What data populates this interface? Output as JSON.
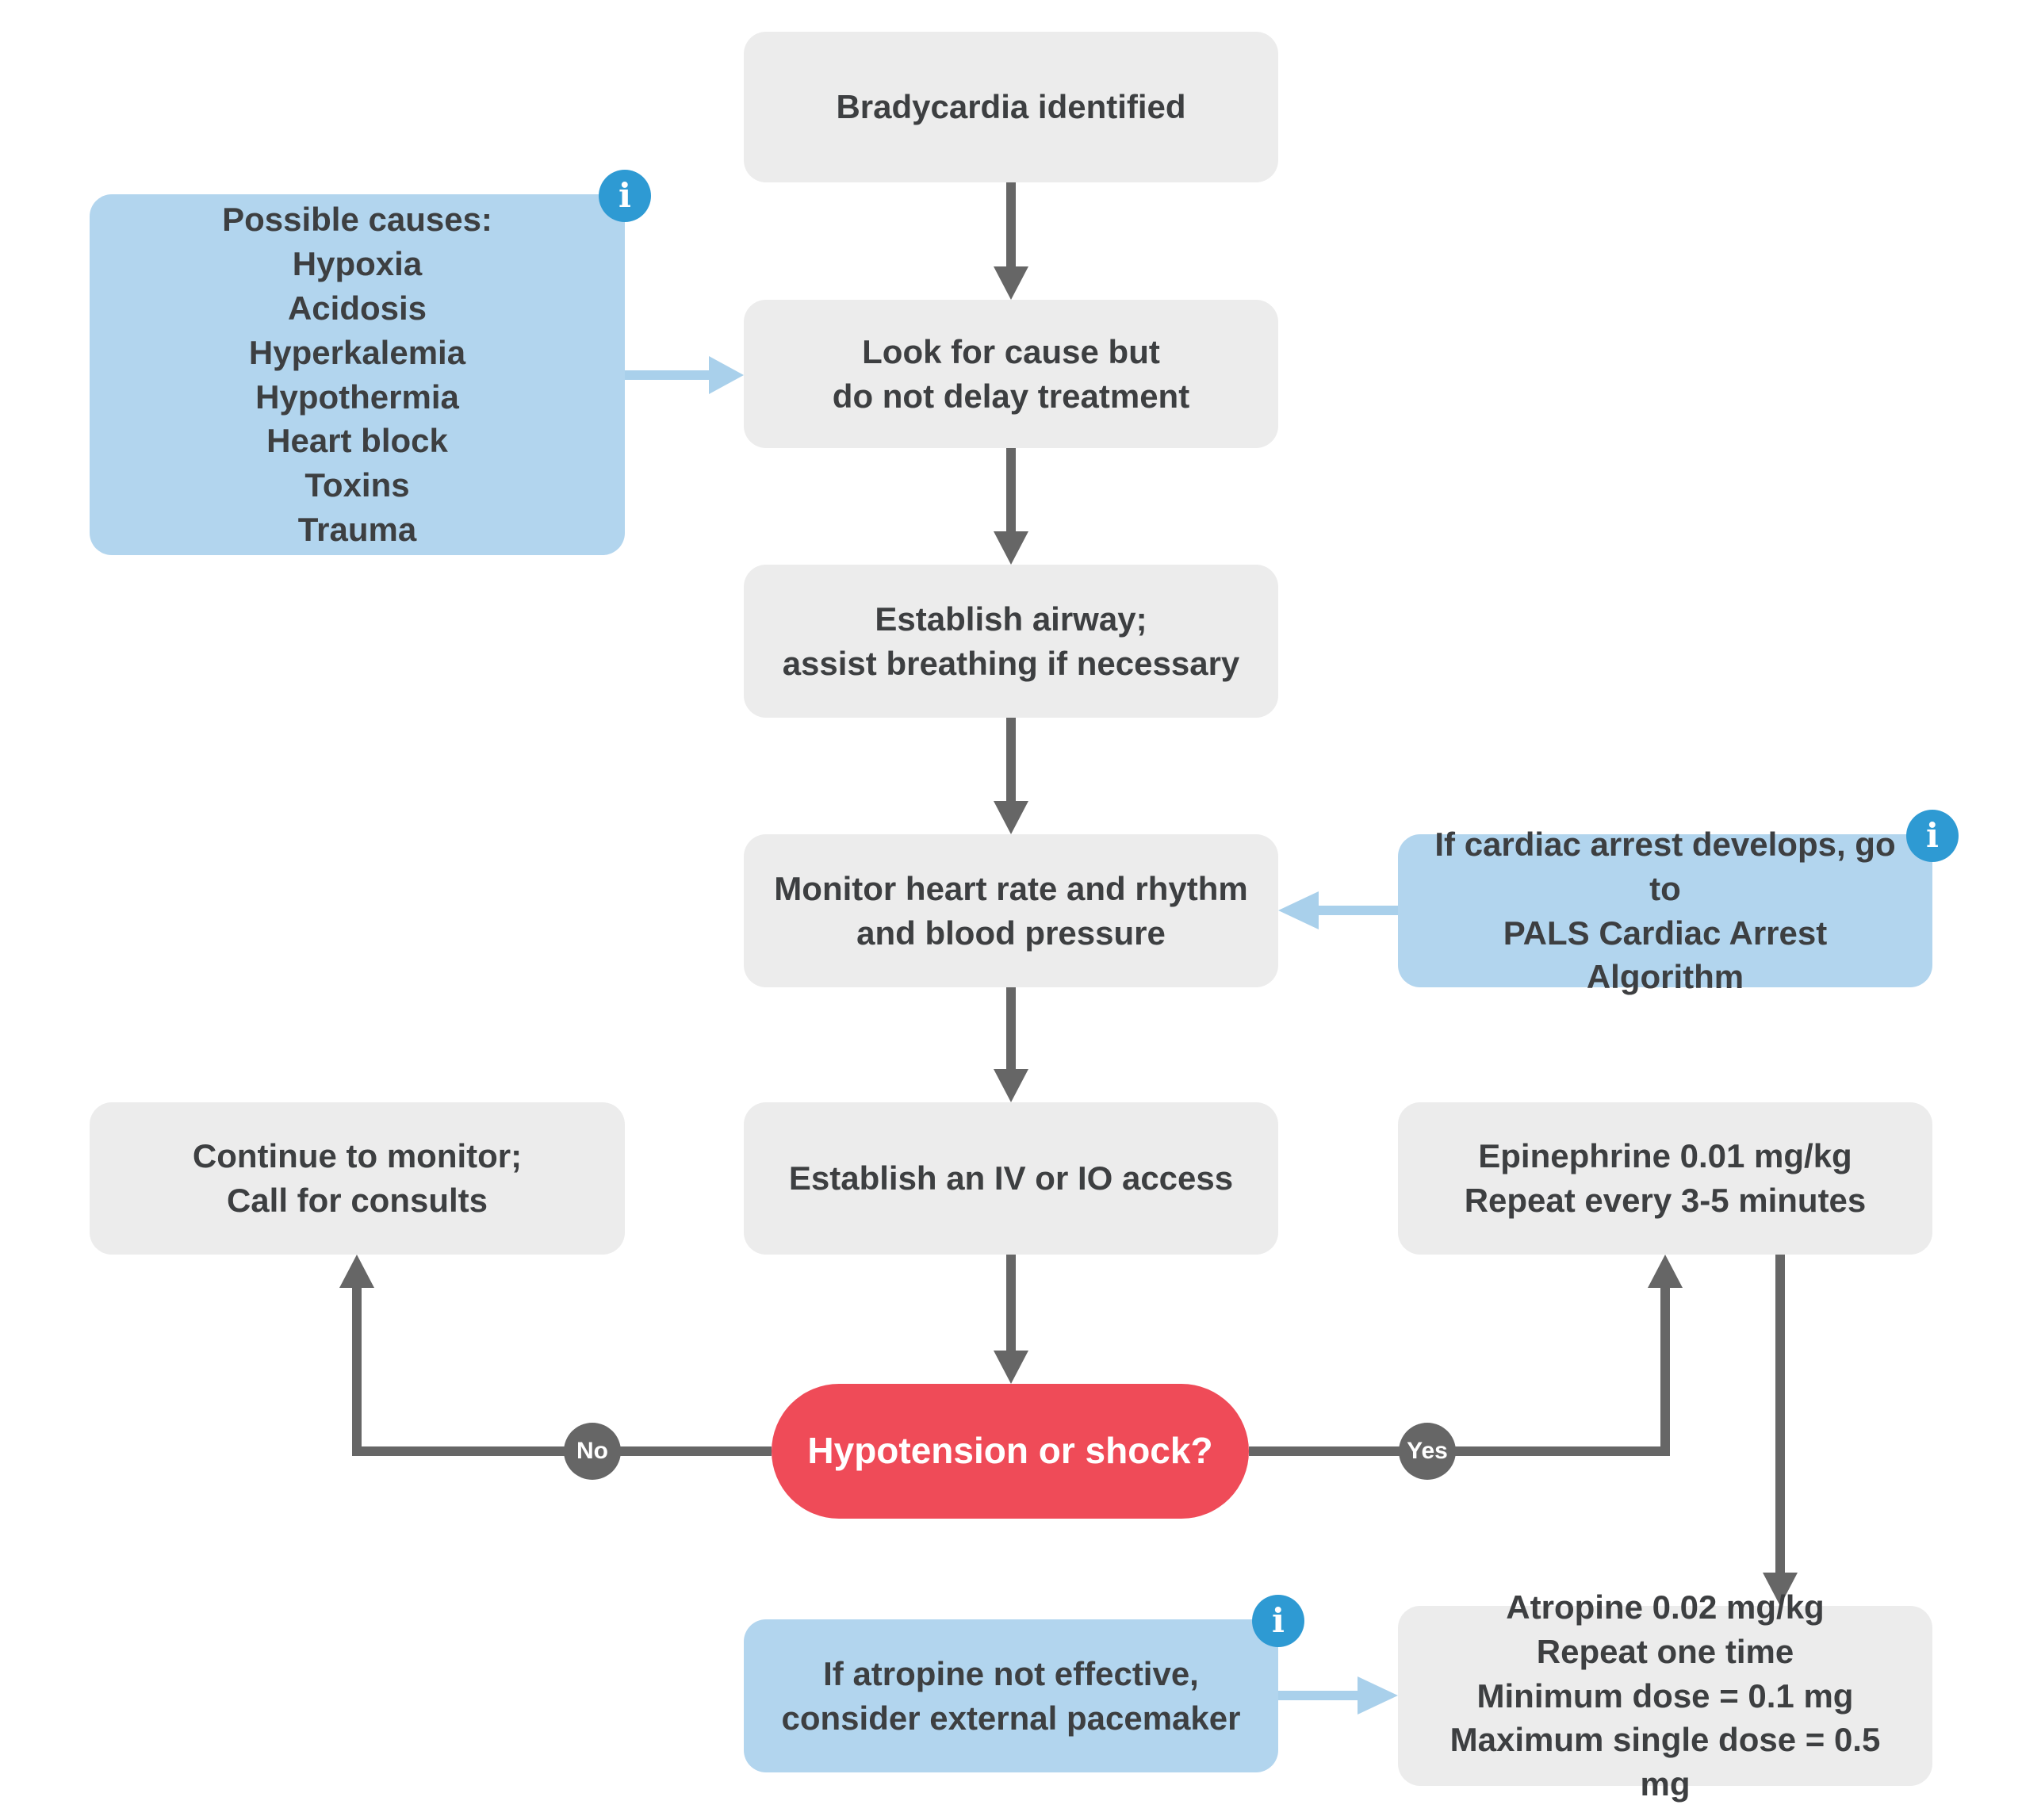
{
  "palette": {
    "background": "#ffffff",
    "gray_node_fill": "#ececec",
    "blue_node_fill": "#b2d5ee",
    "red_node_fill": "#ef4b58",
    "node_text": "#3d3f41",
    "red_node_text": "#ffffff",
    "dark_arrow": "#666666",
    "light_blue_arrow": "#a9d0eb",
    "badge_fill": "#666666",
    "info_icon_fill": "#2e9ad3"
  },
  "nodes": {
    "bradycardia": {
      "text": "Bradycardia identified"
    },
    "causes": {
      "text": "Possible causes:\nHypoxia\nAcidosis\nHyperkalemia\nHypothermia\nHeart block\nToxins\nTrauma"
    },
    "look_for_cause": {
      "text": "Look for cause but\ndo not delay treatment"
    },
    "airway": {
      "text": "Establish airway;\nassist breathing if necessary"
    },
    "monitor": {
      "text": "Monitor heart rate and rhythm\nand blood pressure"
    },
    "cardiac_arrest": {
      "text": "If cardiac arrest develops, go to\nPALS Cardiac Arrest Algorithm"
    },
    "continue_monitor": {
      "text": "Continue to monitor;\nCall for consults"
    },
    "iv_io": {
      "text": "Establish an IV or IO access"
    },
    "hypotension": {
      "text": "Hypotension or shock?"
    },
    "epinephrine": {
      "text": "Epinephrine 0.01 mg/kg\nRepeat every 3-5 minutes"
    },
    "pacemaker": {
      "text": "If atropine not effective,\nconsider external pacemaker"
    },
    "atropine": {
      "text": "Atropine 0.02 mg/kg\nRepeat one time\nMinimum dose = 0.1 mg\nMaximum single dose = 0.5 mg"
    }
  },
  "labels": {
    "no": "No",
    "yes": "Yes",
    "info_glyph": "i"
  }
}
